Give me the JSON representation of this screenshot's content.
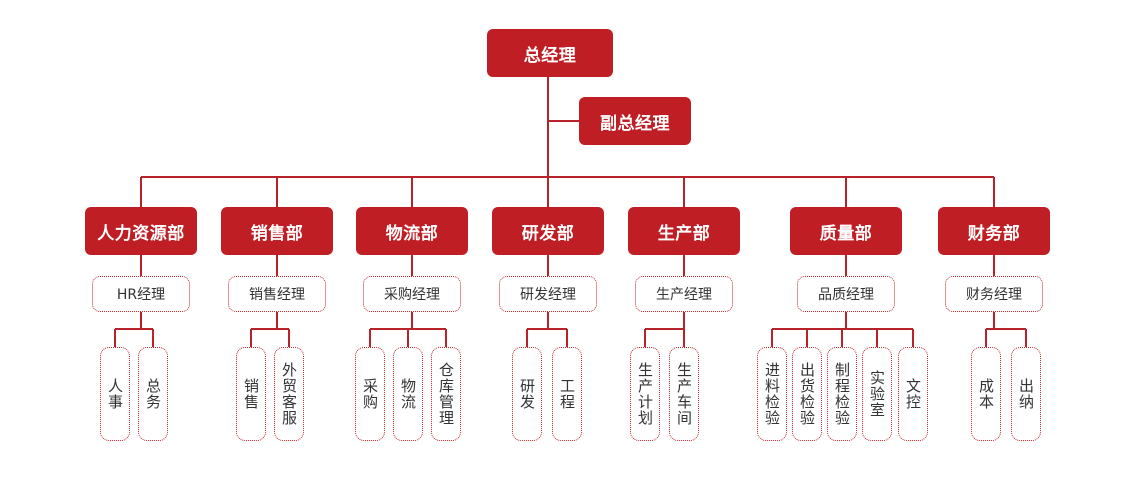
{
  "colors": {
    "primary": "#bf1e24",
    "line": "#b8232a",
    "border": "#c4262e",
    "text": "#333333"
  },
  "ceo": "总经理",
  "vice": "副总经理",
  "departments": [
    {
      "name": "人力资源部",
      "manager": "HR经理",
      "units": [
        "人事",
        "总务"
      ]
    },
    {
      "name": "销售部",
      "manager": "销售经理",
      "units": [
        "销售",
        "外贸客服"
      ]
    },
    {
      "name": "物流部",
      "manager": "采购经理",
      "units": [
        "采购",
        "物流",
        "仓库管理"
      ]
    },
    {
      "name": "研发部",
      "manager": "研发经理",
      "units": [
        "研发",
        "工程"
      ]
    },
    {
      "name": "生产部",
      "manager": "生产经理",
      "units": [
        "生产计划",
        "生产车间"
      ]
    },
    {
      "name": "质量部",
      "manager": "品质经理",
      "units": [
        "进料检验",
        "出货检验",
        "制程检验",
        "实验室",
        "文控"
      ]
    },
    {
      "name": "财务部",
      "manager": "财务经理",
      "units": [
        "成本",
        "出纳"
      ]
    }
  ]
}
